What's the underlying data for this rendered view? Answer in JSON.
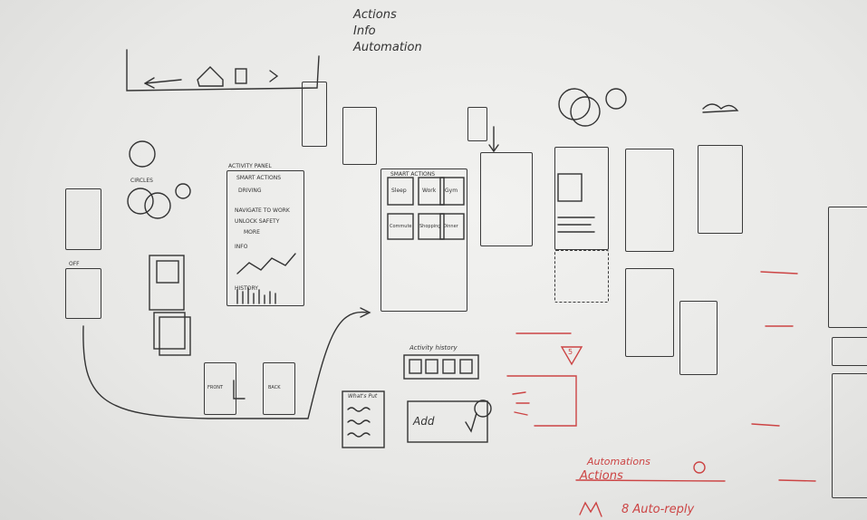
{
  "notes": {
    "top_list": [
      "Actions",
      "Info",
      "Automation"
    ],
    "circles_label": "CIRCLES",
    "off_label": "OFF",
    "activity_panel": {
      "header": "ACTIVITY PANEL",
      "title": "SMART ACTIONS",
      "items": [
        "DRIVING",
        "NAVIGATE TO WORK",
        "UNLOCK SAFETY",
        "MORE"
      ],
      "info_label": "INFO",
      "history_label": "HISTORY"
    },
    "smart_actions_panel": {
      "title": "SMART ACTIONS",
      "tiles": [
        "Sleep",
        "Work",
        "Gym",
        "Commute",
        "Shopping",
        "Dinner"
      ]
    },
    "front_label": "FRONT",
    "back_label": "BACK",
    "activity_history_label": "Activity history",
    "add_label": "Add",
    "list_label": "What's Put",
    "red_badge": "5",
    "red_notes": [
      "Automations",
      "Actions",
      "8 Auto-reply"
    ]
  }
}
